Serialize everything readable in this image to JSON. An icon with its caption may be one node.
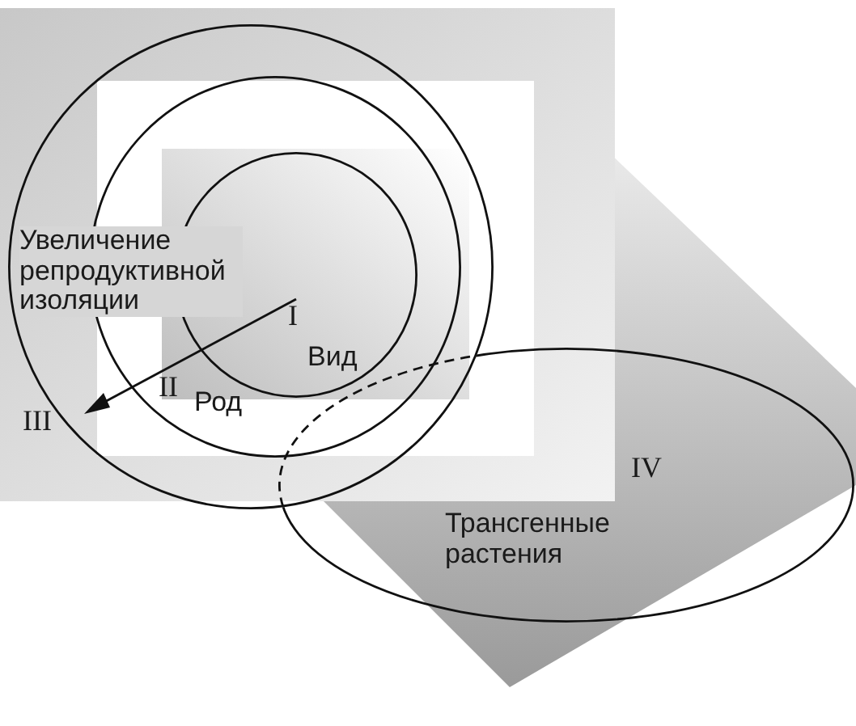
{
  "diagram": {
    "nodes": [
      {
        "text": [
          "III"
        ]
      },
      {
        "text": [
          "II",
          "Род"
        ],
        "in": 0
      },
      {
        "text": [
          "I",
          "Вид"
        ],
        "in": 1
      },
      {
        "text": [
          "IV",
          "Трансгенные растения"
        ]
      }
    ],
    "edges": [],
    "labels": [
      "Увеличение репродуктивной изоляции"
    ]
  }
}
